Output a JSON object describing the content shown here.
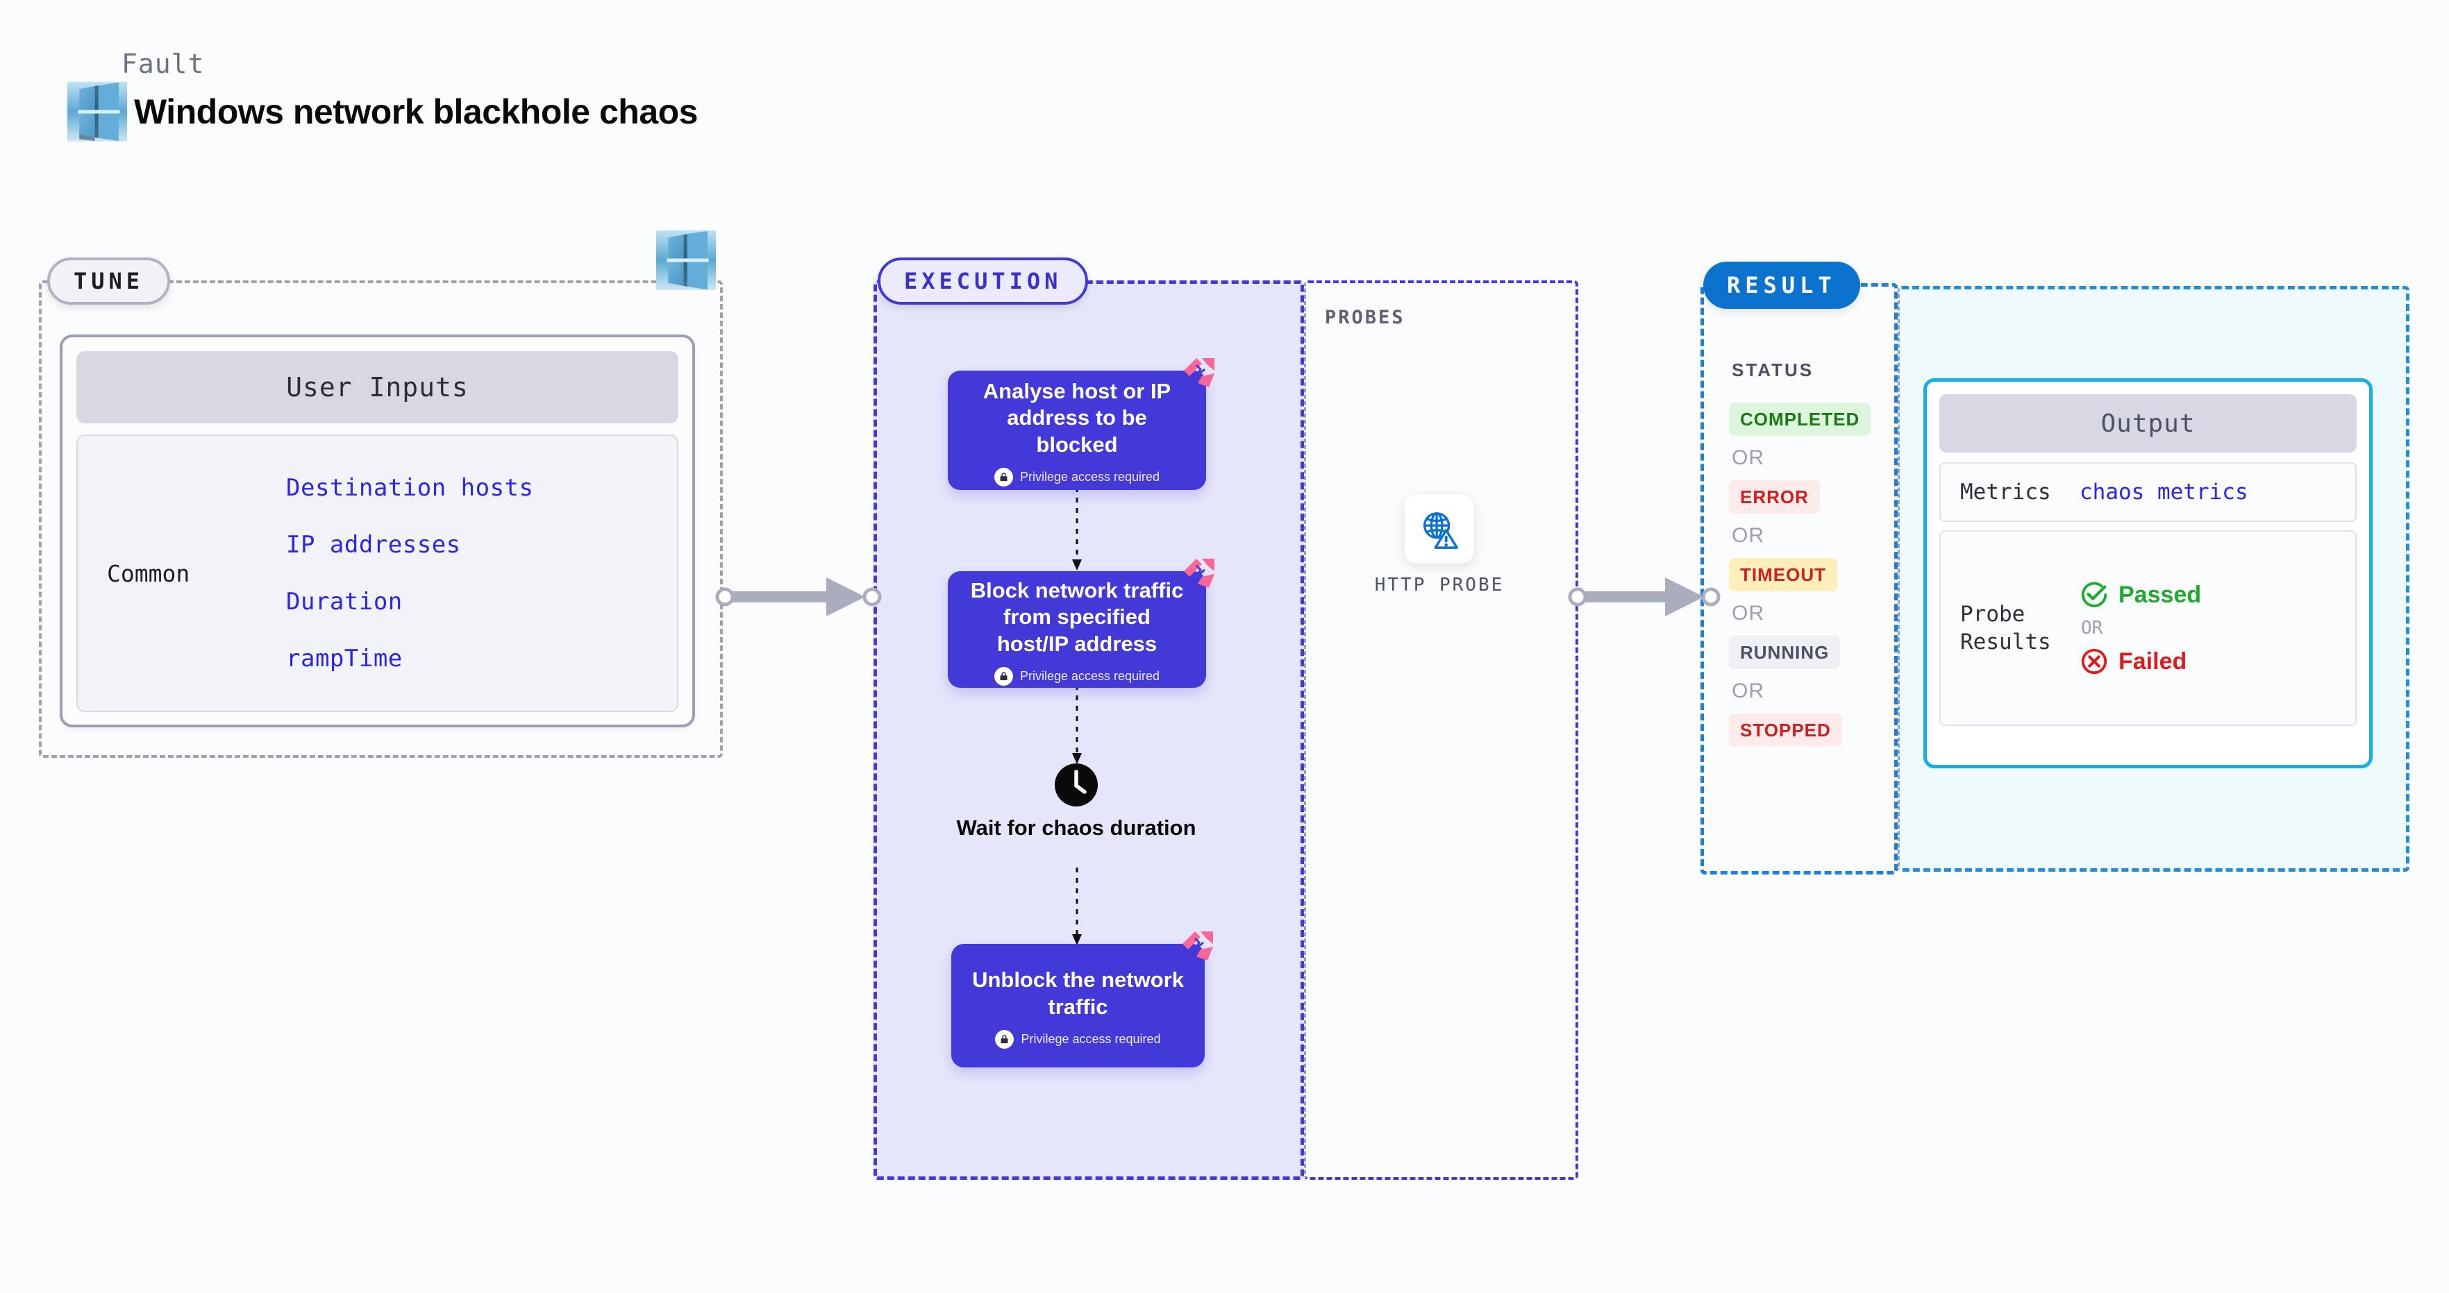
{
  "header": {
    "kicker": "Fault",
    "title": "Windows network blackhole chaos",
    "logo_icon": "windows-logo-icon"
  },
  "tune": {
    "badge": "TUNE",
    "platform_icon": "windows-logo-icon",
    "user_inputs_title": "User Inputs",
    "group_label": "Common",
    "params": [
      "Destination hosts",
      "IP addresses",
      "Duration",
      "rampTime"
    ]
  },
  "execution": {
    "badge": "EXECUTION",
    "privilege_note": "Privilege access required",
    "tasks": [
      {
        "title": "Analyse host or IP address to be blocked",
        "privileged": true
      },
      {
        "title": "Block network traffic from specified host/IP address",
        "privileged": true
      },
      {
        "title": "Unblock the network traffic",
        "privileged": true
      }
    ],
    "wait_node": {
      "icon": "clock-icon",
      "label": "Wait for chaos duration"
    }
  },
  "probes": {
    "label": "PROBES",
    "items": [
      {
        "name": "HTTP PROBE",
        "icon": "globe-warning-icon"
      }
    ]
  },
  "result": {
    "badge": "RESULT",
    "status_label": "STATUS",
    "or_label": "OR",
    "statuses": [
      {
        "label": "COMPLETED",
        "bg": "#dcf5dc",
        "fg": "#1a7a14"
      },
      {
        "label": "ERROR",
        "bg": "#fdeaea",
        "fg": "#cc1f1f"
      },
      {
        "label": "TIMEOUT",
        "bg": "#fdeeba",
        "fg": "#cc1f1f"
      },
      {
        "label": "RUNNING",
        "bg": "#eff0f5",
        "fg": "#4b5162"
      },
      {
        "label": "STOPPED",
        "bg": "#fdeaea",
        "fg": "#cc1f1f"
      }
    ]
  },
  "output": {
    "title": "Output",
    "metrics_key": "Metrics",
    "metrics_value": "chaos metrics",
    "probe_results_key": "Probe Results",
    "or_label": "OR",
    "passed": {
      "label": "Passed",
      "icon": "check-circle-icon",
      "color": "#1faa2e"
    },
    "failed": {
      "label": "Failed",
      "icon": "x-circle-icon",
      "color": "#e01b1b"
    }
  },
  "colors": {
    "accent_indigo": "#4338d8",
    "accent_blue": "#0b72cd",
    "accent_cyan": "#12b0e8",
    "pink_chaos": "#fb6699",
    "param_text": "#2b25e8"
  }
}
